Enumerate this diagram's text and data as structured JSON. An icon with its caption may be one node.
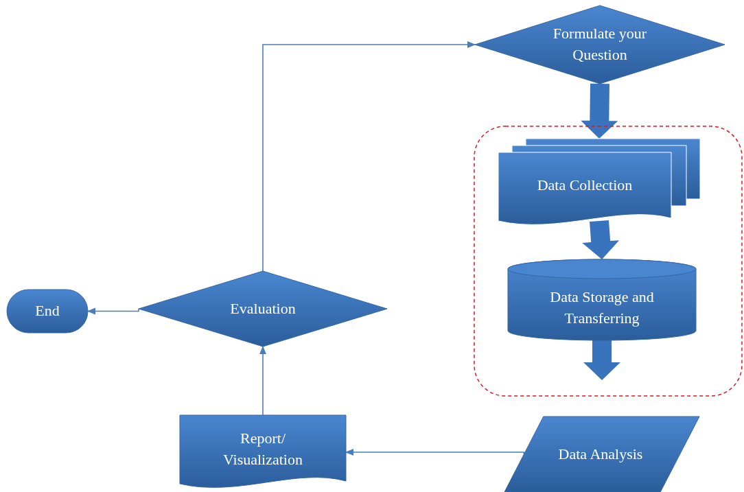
{
  "diagram": {
    "nodes": [
      {
        "text": [
          "Formulate your Question"
        ]
      },
      {
        "text": [],
        "shape": "box"
      },
      {
        "text": [
          "Data Collection"
        ],
        "in": 1
      },
      {
        "text": [
          "Data Storage and Transferring"
        ],
        "in": 1
      },
      {
        "text": [
          "Data Analysis"
        ]
      },
      {
        "text": [
          "Report/ Visualization"
        ]
      },
      {
        "text": [
          "Evaluation"
        ]
      },
      {
        "text": [
          "End"
        ]
      }
    ],
    "edges": [
      {
        "from": 0,
        "to": 2,
        "arrow": "to",
        "style": "thick"
      },
      {
        "from": 2,
        "to": 3,
        "arrow": "to",
        "style": "thick"
      },
      {
        "from": 3,
        "to": null,
        "arrow": "to",
        "style": "thick"
      },
      {
        "from": 4,
        "to": 5,
        "arrow": "to"
      },
      {
        "from": 5,
        "to": 6,
        "arrow": "to"
      },
      {
        "from": 6,
        "to": 7,
        "arrow": "to"
      },
      {
        "from": 6,
        "to": 0,
        "arrow": "to"
      }
    ]
  }
}
